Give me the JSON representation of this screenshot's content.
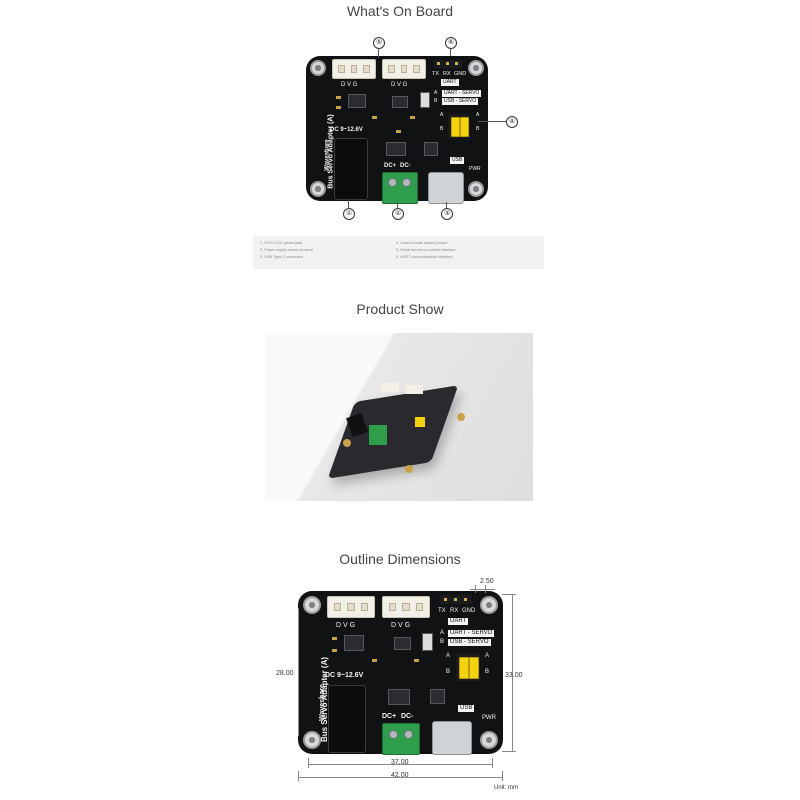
{
  "sections": {
    "on_board": "What's On Board",
    "product_show": "Product Show",
    "outline": "Outline Dimensions"
  },
  "board": {
    "name": "Bus Servo Adapter (A)",
    "brand": "Waveshare",
    "dc_label": "DC 9~12.6V",
    "servo_pins": "D V G",
    "uart_pins_tx": "TX",
    "uart_pins_rx": "RX",
    "uart_pins_gnd": "GND",
    "uart_label": "UART",
    "mode_uart": "UART - SERVO",
    "mode_usb": "USB - SERVO",
    "mode_a": "A",
    "mode_b": "B",
    "usb_label": "USB",
    "pwr_label": "PWR",
    "dc_plus": "DC+",
    "dc_minus": "DC-"
  },
  "callouts": [
    "①",
    "②",
    "③",
    "④",
    "⑤",
    "⑥"
  ],
  "notes": {
    "left": [
      "1. 5.5*2.1 DC power jack",
      "2. Power supply screw terminal",
      "3. USB Type-C connector"
    ],
    "right": [
      "4. Control mode switch jumper",
      "5. Serial bus servo control interface",
      "6. UART communication interface"
    ]
  },
  "dimensions": {
    "pin_pitch": "2.50",
    "height_inner": "28.00",
    "height_outer": "33.00",
    "width_inner": "37.00",
    "width_outer": "42.00",
    "unit": "Unit: mm"
  },
  "colors": {
    "pcb": "#111214",
    "terminal": "#2f9e4c",
    "jumper": "#f5d210"
  }
}
